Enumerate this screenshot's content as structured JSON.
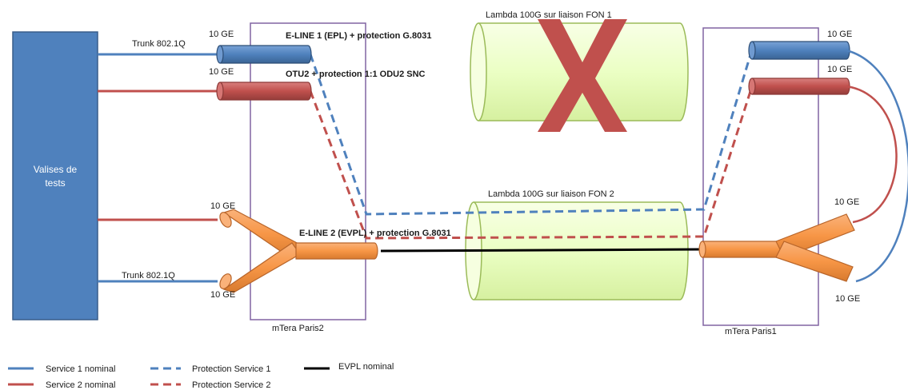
{
  "colors": {
    "service1": "#4f81bd",
    "service2": "#c0504d",
    "evpl": "#000000",
    "box_fill": "#4f81bd",
    "box_border": "#385d8a",
    "node_border": "#8064a2",
    "tube_blue": "#4f81bd",
    "tube_red": "#c0504d",
    "tube_orange": "#f79646",
    "lambda_fill": "#ebffc4",
    "lambda_stroke": "#9bbb59",
    "cross": "#c0504d"
  },
  "test_box": {
    "line1": "Valises de",
    "line2": "tests"
  },
  "left_node": {
    "name": "mTera Paris2",
    "trunk_top": "Trunk 802.1Q",
    "trunk_bottom": "Trunk 802.1Q",
    "port_blue": "10 GE",
    "port_red": "10 GE",
    "port_orange_top": "10 GE",
    "port_orange_bottom": "10 GE"
  },
  "right_node": {
    "name": "mTera Paris1",
    "port_blue": "10 GE",
    "port_red": "10 GE",
    "port_orange_top": "10 GE",
    "port_orange_bottom": "10 GE"
  },
  "services": {
    "eline1": "E-LINE 1 (EPL) + protection G.8031",
    "otu2": "OTU2 + protection 1:1 ODU2 SNC",
    "eline2": "E-LINE 2 (EVPL) + protection G.8031"
  },
  "lambdas": {
    "fon1": "Lambda 100G sur liaison FON 1",
    "fon2": "Lambda 100G sur liaison FON 2"
  },
  "legend": [
    {
      "label": "Service 1 nominal",
      "icon": "solid-blue-line"
    },
    {
      "label": "Service 2 nominal",
      "icon": "solid-red-line"
    },
    {
      "label": "Protection Service 1",
      "icon": "dashed-blue-line"
    },
    {
      "label": "Protection Service 2",
      "icon": "dashed-red-line"
    },
    {
      "label": "EVPL nominal",
      "icon": "solid-black-line"
    }
  ]
}
